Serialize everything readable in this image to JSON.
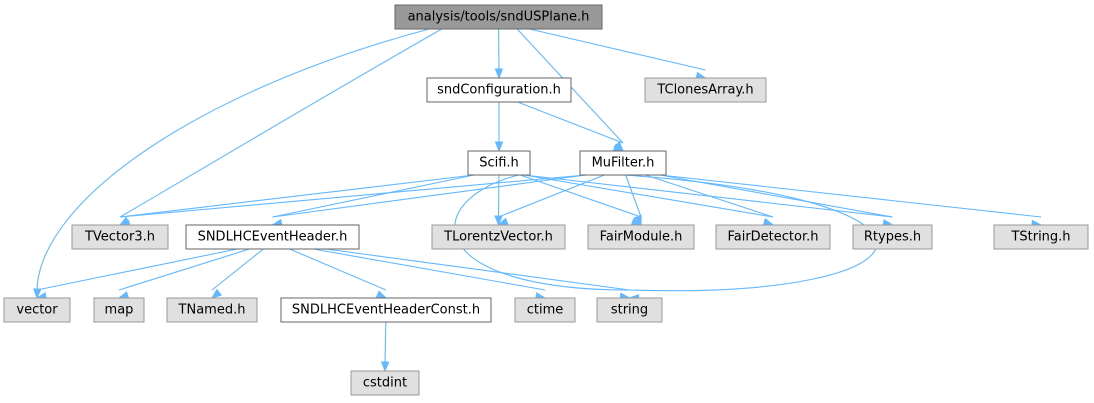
{
  "graph": {
    "colors": {
      "root_fill": "#999999",
      "local_fill": "#ffffff",
      "external_fill": "#e0e0e0",
      "edge": "#63b8ff"
    },
    "nodes": [
      {
        "id": "root",
        "label": "analysis/tools/sndUSPlane.h",
        "kind": "root"
      },
      {
        "id": "sndConfiguration",
        "label": "sndConfiguration.h",
        "kind": "local"
      },
      {
        "id": "TClonesArray",
        "label": "TClonesArray.h",
        "kind": "ext"
      },
      {
        "id": "Scifi",
        "label": "Scifi.h",
        "kind": "local"
      },
      {
        "id": "MuFilter",
        "label": "MuFilter.h",
        "kind": "local"
      },
      {
        "id": "TVector3",
        "label": "TVector3.h",
        "kind": "ext"
      },
      {
        "id": "SNDLHCEventHeader",
        "label": "SNDLHCEventHeader.h",
        "kind": "local"
      },
      {
        "id": "TLorentzVector",
        "label": "TLorentzVector.h",
        "kind": "ext"
      },
      {
        "id": "FairModule",
        "label": "FairModule.h",
        "kind": "ext"
      },
      {
        "id": "FairDetector",
        "label": "FairDetector.h",
        "kind": "ext"
      },
      {
        "id": "Rtypes",
        "label": "Rtypes.h",
        "kind": "ext"
      },
      {
        "id": "TString",
        "label": "TString.h",
        "kind": "ext"
      },
      {
        "id": "vector",
        "label": "vector",
        "kind": "ext"
      },
      {
        "id": "map",
        "label": "map",
        "kind": "ext"
      },
      {
        "id": "TNamed",
        "label": "TNamed.h",
        "kind": "ext"
      },
      {
        "id": "SNDLHCEventHeaderConst",
        "label": "SNDLHCEventHeaderConst.h",
        "kind": "local"
      },
      {
        "id": "ctime",
        "label": "ctime",
        "kind": "ext"
      },
      {
        "id": "string",
        "label": "string",
        "kind": "ext"
      },
      {
        "id": "cstdint",
        "label": "cstdint",
        "kind": "ext"
      }
    ],
    "edges": [
      [
        "root",
        "sndConfiguration"
      ],
      [
        "root",
        "TClonesArray"
      ],
      [
        "root",
        "MuFilter"
      ],
      [
        "root",
        "TVector3"
      ],
      [
        "root",
        "vector"
      ],
      [
        "sndConfiguration",
        "Scifi"
      ],
      [
        "sndConfiguration",
        "MuFilter"
      ],
      [
        "Scifi",
        "TVector3"
      ],
      [
        "Scifi",
        "SNDLHCEventHeader"
      ],
      [
        "Scifi",
        "TLorentzVector"
      ],
      [
        "Scifi",
        "FairModule"
      ],
      [
        "Scifi",
        "FairDetector"
      ],
      [
        "Scifi",
        "Rtypes"
      ],
      [
        "Scifi",
        "string"
      ],
      [
        "MuFilter",
        "TVector3"
      ],
      [
        "MuFilter",
        "SNDLHCEventHeader"
      ],
      [
        "MuFilter",
        "TLorentzVector"
      ],
      [
        "MuFilter",
        "FairModule"
      ],
      [
        "MuFilter",
        "FairDetector"
      ],
      [
        "MuFilter",
        "Rtypes"
      ],
      [
        "MuFilter",
        "TString"
      ],
      [
        "MuFilter",
        "string"
      ],
      [
        "SNDLHCEventHeader",
        "vector"
      ],
      [
        "SNDLHCEventHeader",
        "map"
      ],
      [
        "SNDLHCEventHeader",
        "TNamed"
      ],
      [
        "SNDLHCEventHeader",
        "SNDLHCEventHeaderConst"
      ],
      [
        "SNDLHCEventHeader",
        "ctime"
      ],
      [
        "SNDLHCEventHeader",
        "string"
      ],
      [
        "SNDLHCEventHeaderConst",
        "cstdint"
      ]
    ]
  }
}
